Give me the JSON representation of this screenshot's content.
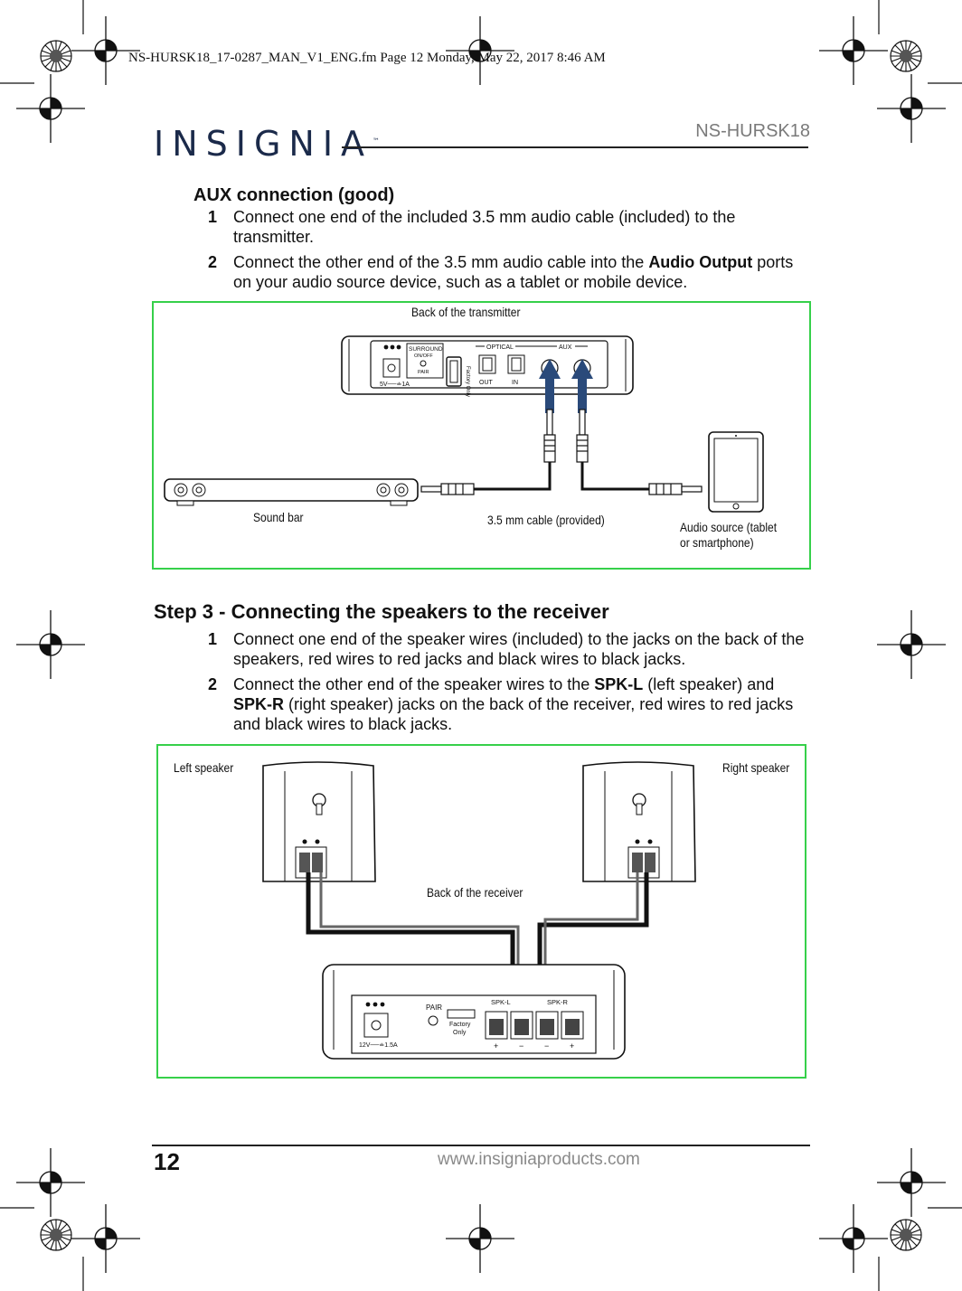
{
  "printer_line": "NS-HURSK18_17-0287_MAN_V1_ENG.fm  Page 12  Monday, May 22, 2017  8:46 AM",
  "header": {
    "logo_text": "INSIGNIA",
    "trademark": "™",
    "model": "NS-HURSK18"
  },
  "aux_section": {
    "title": "AUX connection (good)",
    "steps": [
      {
        "num": "1",
        "text": "Connect one end of the included 3.5 mm audio cable (included) to the transmitter."
      },
      {
        "num": "2",
        "pre": "Connect the other end of the 3.5 mm audio cable into the ",
        "bold": "Audio Output",
        "post": " ports on your audio source device, such as a tablet or mobile device."
      }
    ],
    "figure": {
      "device_title": "Back of the transmitter",
      "label_sound_bar": "Sound bar",
      "label_cable": "3.5 mm cable (provided)",
      "label_source_line1": "Audio source (tablet",
      "label_source_line2": "or smartphone)",
      "panel_text": {
        "surround": "SURROUND",
        "onoff": "ON/OFF",
        "pair": "PAIR",
        "power": "5V──≐1A",
        "factory": "Factory Only",
        "optical": "OPTICAL",
        "out": "OUT",
        "in": "IN",
        "aux": "AUX"
      }
    }
  },
  "step3_section": {
    "title": "Step 3 - Connecting the speakers to the receiver",
    "steps": [
      {
        "num": "1",
        "text": "Connect one end of the speaker wires (included) to the jacks on the back of the speakers, red wires to red jacks and black wires to black jacks."
      },
      {
        "num": "2",
        "pre": "Connect the other end of the speaker wires to the ",
        "bold1": "SPK-L",
        "mid": " (left speaker) and ",
        "bold2": "SPK-R",
        "post": " (right speaker) jacks on the back of the receiver, red wires to red jacks and black wires to black jacks."
      }
    ],
    "figure": {
      "label_left": "Left speaker",
      "label_right": "Right speaker",
      "label_receiver": "Back of the receiver",
      "panel_text": {
        "power": "12V──≐1.5A",
        "pair": "PAIR",
        "factory1": "Factory",
        "factory2": "Only",
        "spkl": "SPK-L",
        "spkr": "SPK-R",
        "plus": "+",
        "minus": "−"
      }
    }
  },
  "footer": {
    "page_number": "12",
    "url": "www.insigniaproducts.com"
  }
}
